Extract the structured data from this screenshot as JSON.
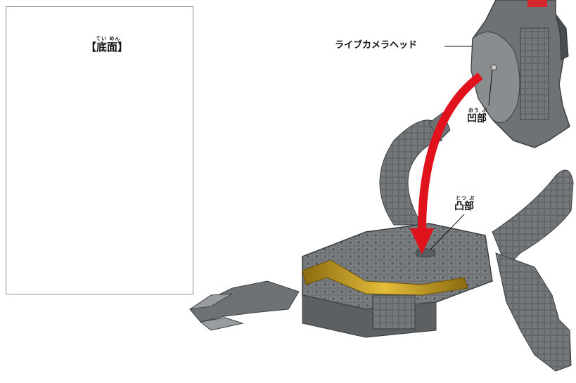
{
  "inset": {
    "title": "【底面】",
    "title_ruby": "てい めん"
  },
  "labels": {
    "camera_head": "ライブカメラヘッド",
    "concave": "凹部",
    "concave_ruby": "おう ぶ",
    "convex": "凸部",
    "convex_ruby": "とつ ぶ"
  },
  "colors": {
    "robot_gray": "#6f7274",
    "robot_dark": "#4a4d4f",
    "gold": "#c9a21c",
    "arrow_red": "#e0131d",
    "highlight": "#e8b49a",
    "highlight_ring": "#d4262b"
  }
}
